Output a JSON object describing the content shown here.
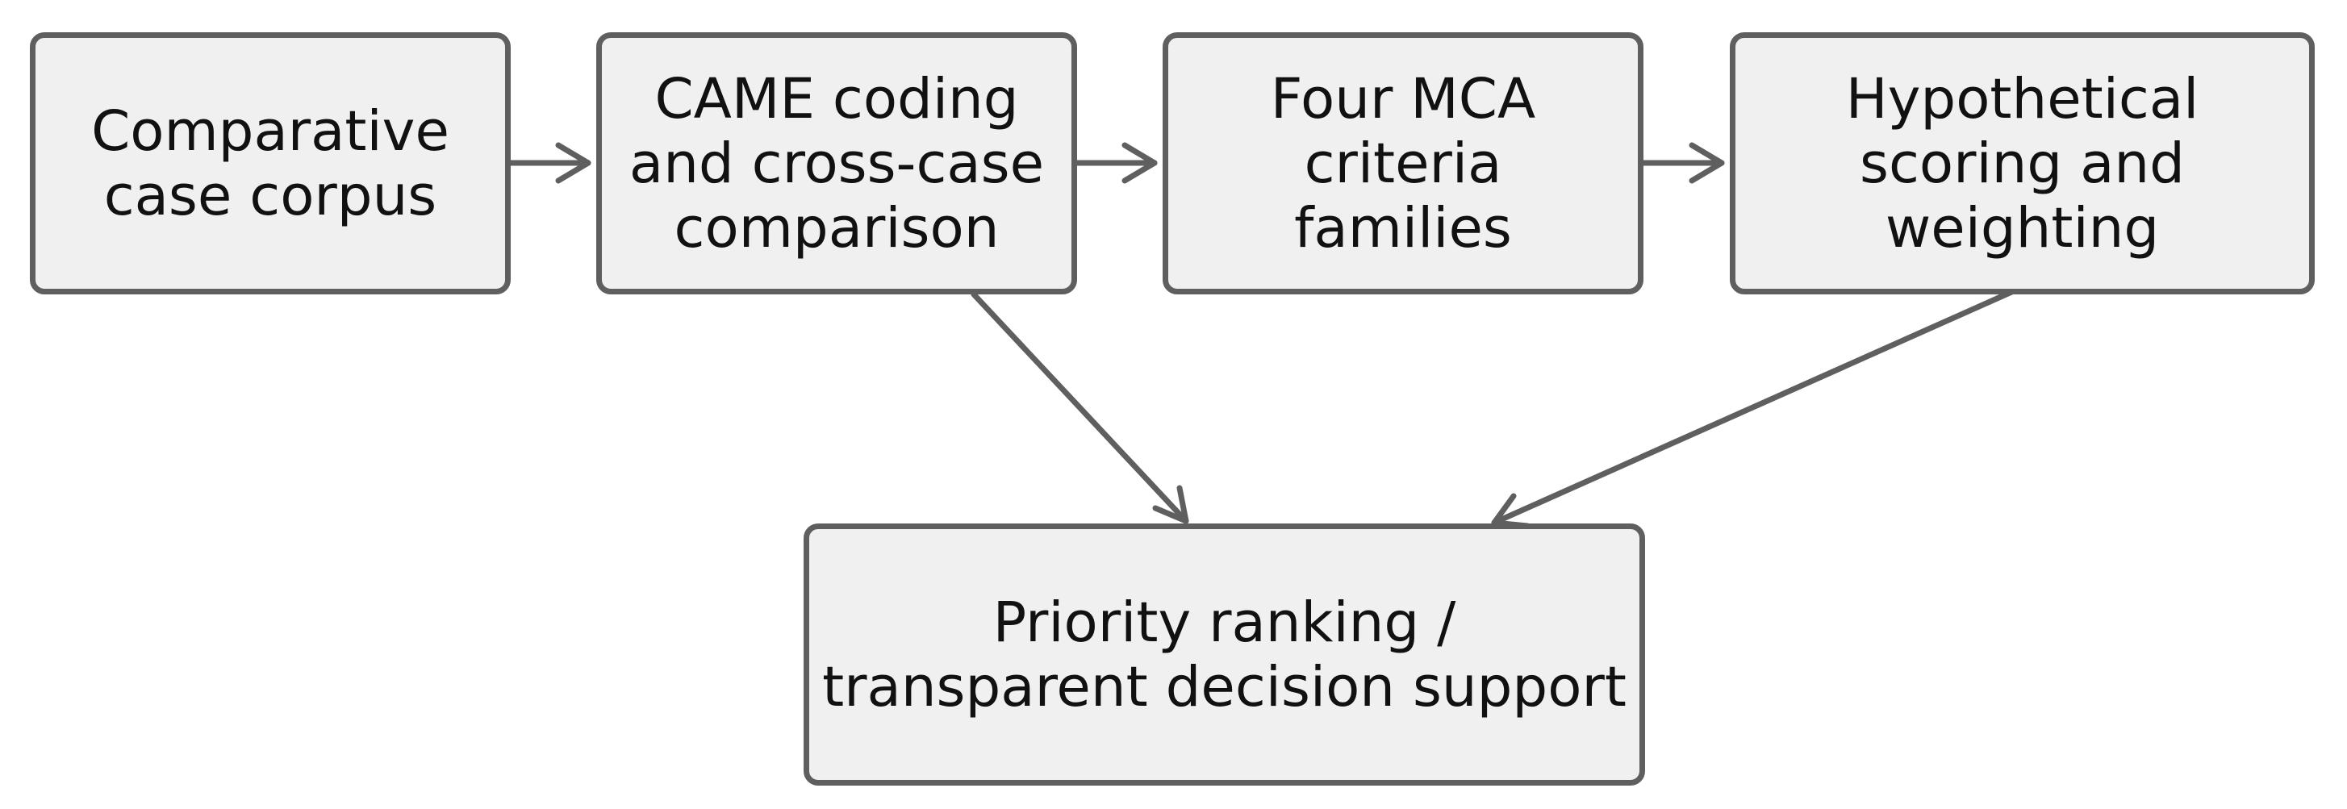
{
  "diagram": {
    "nodes": {
      "corpus": {
        "line1": "Comparative",
        "line2": "case corpus"
      },
      "came": {
        "line1": "CAME coding",
        "line2": "and cross-case",
        "line3": "comparison"
      },
      "mca": {
        "line1": "Four MCA",
        "line2": "criteria",
        "line3": "families"
      },
      "scoring": {
        "line1": "Hypothetical",
        "line2": "scoring and",
        "line3": "weighting"
      },
      "priority": {
        "line1": "Priority ranking /",
        "line2": "transparent decision support"
      }
    },
    "edges": [
      {
        "from": "Comparative case corpus",
        "to": "CAME coding and cross-case comparison"
      },
      {
        "from": "CAME coding and cross-case comparison",
        "to": "Four MCA criteria families"
      },
      {
        "from": "Four MCA criteria families",
        "to": "Hypothetical scoring and weighting"
      },
      {
        "from": "CAME coding and cross-case comparison",
        "to": "Priority ranking / transparent decision support"
      },
      {
        "from": "Hypothetical scoring and weighting",
        "to": "Priority ranking / transparent decision support"
      }
    ],
    "colors": {
      "node_fill": "#f0f0f0",
      "stroke": "#5f5f5f",
      "text": "#111111"
    }
  }
}
